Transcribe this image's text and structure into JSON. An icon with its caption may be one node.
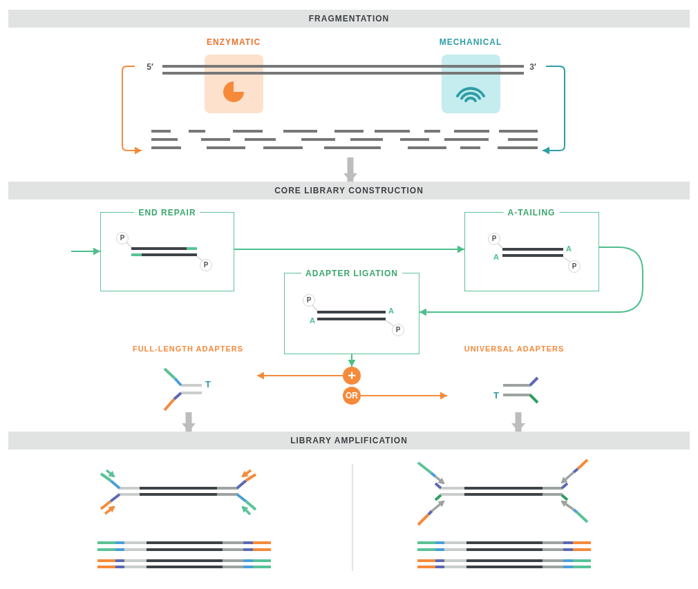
{
  "diagram": {
    "nodes": [
      {
        "text": [
          "FRAGMENTATION"
        ]
      },
      {
        "text": [
          "ENZYMATIC"
        ]
      },
      {
        "text": [
          "MECHANICAL"
        ]
      },
      {
        "text": [
          "5′",
          "3′"
        ]
      },
      {
        "text": [],
        "shape": "bar"
      },
      {
        "text": [
          "CORE LIBRARY CONSTRUCTION"
        ]
      },
      {
        "text": [
          "END REPAIR",
          "P",
          "P"
        ]
      },
      {
        "text": [
          "A-TAILING",
          "P",
          "A",
          "A",
          "P"
        ]
      },
      {
        "text": [
          "ADAPTER LIGATION",
          "P",
          "A",
          "A",
          "P"
        ]
      },
      {
        "text": [
          "FULL-LENGTH ADAPTERS",
          "T"
        ]
      },
      {
        "text": [
          "UNIVERSAL ADAPTERS",
          "T"
        ]
      },
      {
        "text": [
          "+"
        ]
      },
      {
        "text": [
          "OR"
        ]
      },
      {
        "text": [
          "LIBRARY AMPLIFICATION"
        ]
      }
    ],
    "edges": [
      {
        "from": 3,
        "to": 4,
        "arrow": "to",
        "color": "#f58a3b"
      },
      {
        "from": 3,
        "to": 4,
        "arrow": "to",
        "color": "#2e9ea6"
      },
      {
        "from": 4,
        "to": 5,
        "arrow": "to",
        "style": "thick",
        "color": "#bdbdbd"
      },
      {
        "from": null,
        "to": 6,
        "arrow": "to"
      },
      {
        "from": 6,
        "to": 7,
        "arrow": "to"
      },
      {
        "from": 7,
        "to": 8,
        "arrow": "to"
      },
      {
        "from": 8,
        "to": 11,
        "arrow": "to"
      },
      {
        "from": 11,
        "to": 9,
        "arrow": "to",
        "color": "#f58a3b"
      },
      {
        "from": 12,
        "to": 10,
        "arrow": "to",
        "color": "#f58a3b"
      },
      {
        "from": 9,
        "to": 13,
        "arrow": "to",
        "style": "thick",
        "color": "#bdbdbd"
      },
      {
        "from": 10,
        "to": 13,
        "arrow": "to",
        "style": "thick",
        "color": "#bdbdbd"
      }
    ]
  }
}
